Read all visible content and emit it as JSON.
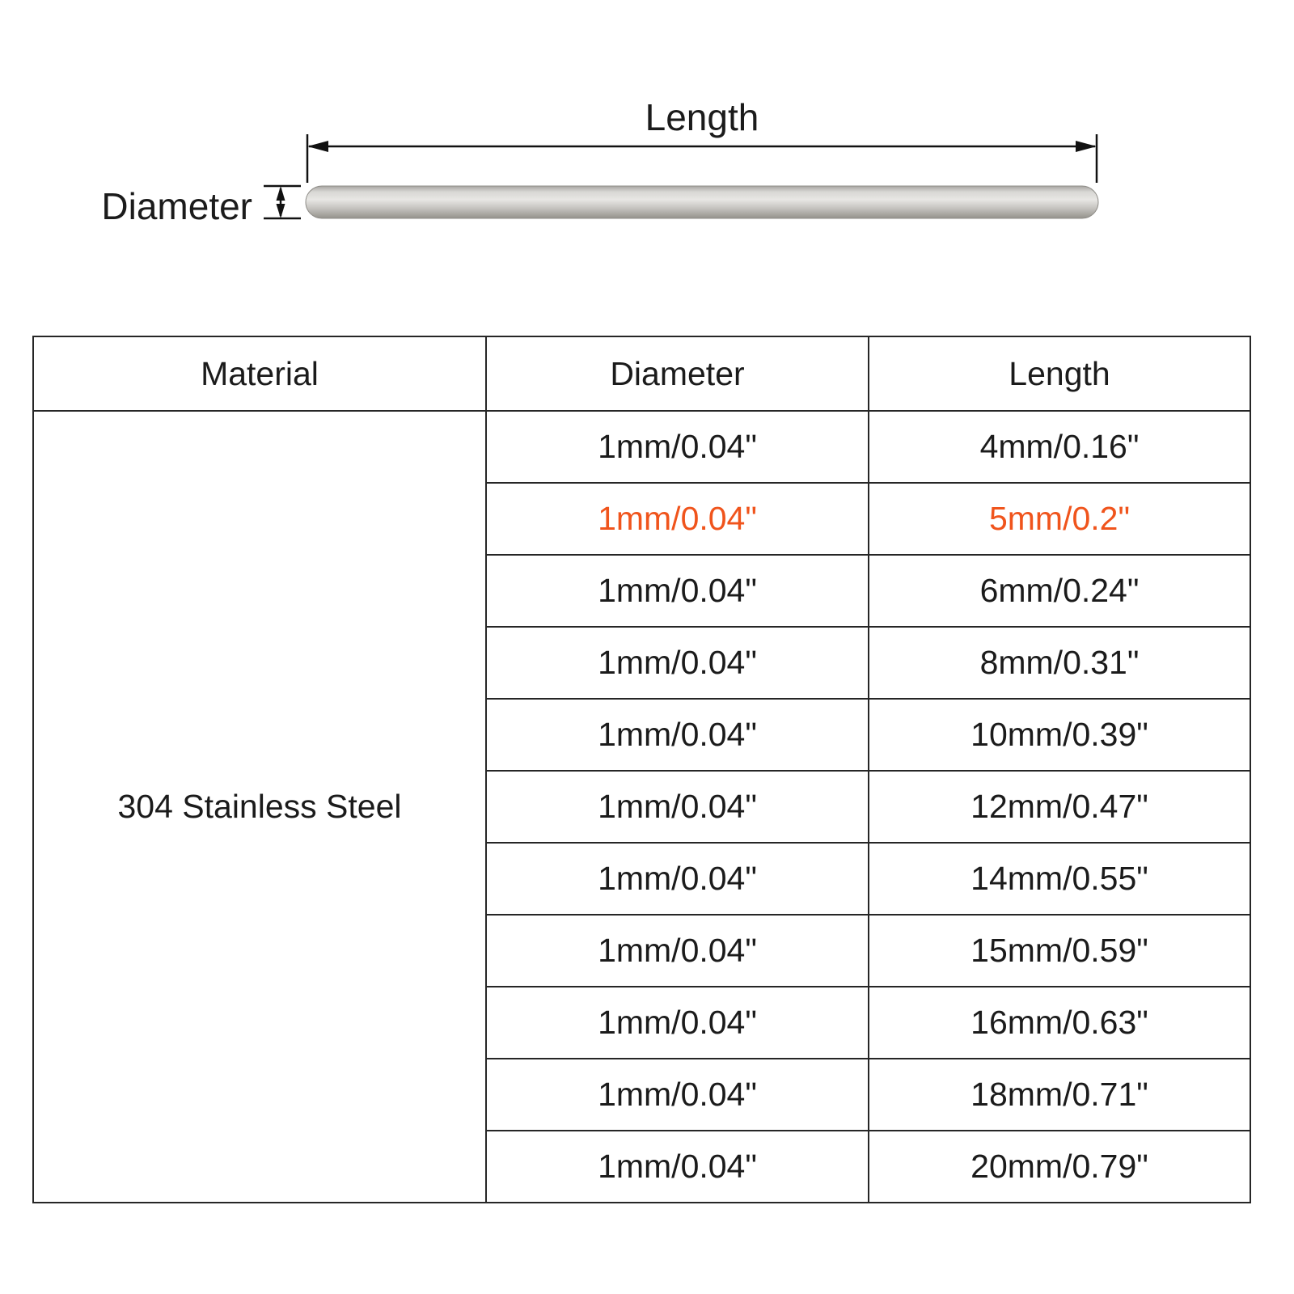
{
  "diagram": {
    "length_label": "Length",
    "diameter_label": "Diameter"
  },
  "table": {
    "headers": {
      "material": "Material",
      "diameter": "Diameter",
      "length": "Length"
    },
    "material_value": "304 Stainless Steel",
    "highlight_color": "#f0541c",
    "rows": [
      {
        "diameter": "1mm/0.04\"",
        "length": "4mm/0.16\"",
        "highlight": false
      },
      {
        "diameter": "1mm/0.04\"",
        "length": "5mm/0.2\"",
        "highlight": true
      },
      {
        "diameter": "1mm/0.04\"",
        "length": "6mm/0.24\"",
        "highlight": false
      },
      {
        "diameter": "1mm/0.04\"",
        "length": "8mm/0.31\"",
        "highlight": false
      },
      {
        "diameter": "1mm/0.04\"",
        "length": "10mm/0.39\"",
        "highlight": false
      },
      {
        "diameter": "1mm/0.04\"",
        "length": "12mm/0.47\"",
        "highlight": false
      },
      {
        "diameter": "1mm/0.04\"",
        "length": "14mm/0.55\"",
        "highlight": false
      },
      {
        "diameter": "1mm/0.04\"",
        "length": "15mm/0.59\"",
        "highlight": false
      },
      {
        "diameter": "1mm/0.04\"",
        "length": "16mm/0.63\"",
        "highlight": false
      },
      {
        "diameter": "1mm/0.04\"",
        "length": "18mm/0.71\"",
        "highlight": false
      },
      {
        "diameter": "1mm/0.04\"",
        "length": "20mm/0.79\"",
        "highlight": false
      }
    ]
  }
}
